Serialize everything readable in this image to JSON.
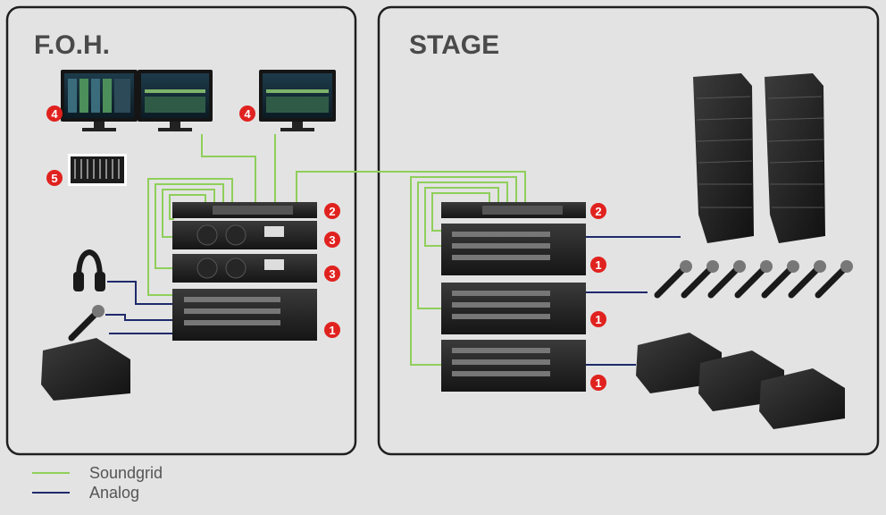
{
  "colors": {
    "background": "#e3e3e3",
    "panel_border": "#1f1f1f",
    "soundgrid": "#8fcf5a",
    "analog": "#1f2a6b",
    "badge": "#e0221f"
  },
  "panels": {
    "foh_title": "F.O.H.",
    "stage_title": "STAGE"
  },
  "badges": {
    "io_rack": "1",
    "switch": "2",
    "server": "3",
    "computer": "4",
    "controller": "5"
  },
  "legend": [
    {
      "label": "Soundgrid",
      "color": "#8fcf5a"
    },
    {
      "label": "Analog",
      "color": "#1f2a6b"
    }
  ]
}
